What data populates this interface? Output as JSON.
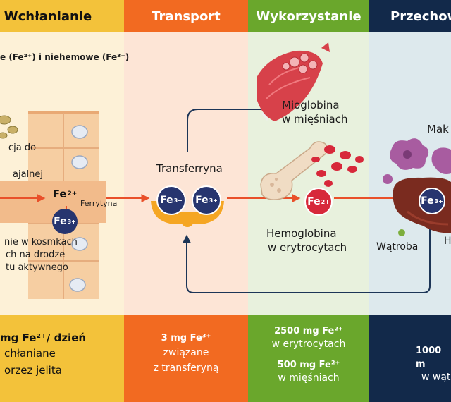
{
  "columns": [
    {
      "header": "Wchłanianie",
      "color": "#f3c23a"
    },
    {
      "header": "Transport",
      "color": "#f26a21"
    },
    {
      "header": "Wykorzystanie",
      "color": "#6aa72c"
    },
    {
      "header": "Przechow",
      "color": "#12294a"
    }
  ],
  "absorption": {
    "iron_types": "e (Fe²⁺) i niehemowe (Fe³⁺)",
    "reduction_1": "cja do",
    "reduction_2": "ajalnej",
    "fe2_label": "Fe",
    "fe2_charge": "2+",
    "fe3_label": "Fe",
    "fe3_charge": "3+",
    "ferritin": "Ferrytyna",
    "transport_1": "nie w kosmkach",
    "transport_2": "ch na drodze",
    "transport_3": "tu aktywnego",
    "footer_1": "mg Fe²⁺/ dzień",
    "footer_2": "chłaniane",
    "footer_3": "orzez jelita"
  },
  "transport": {
    "label": "Transferryna",
    "fe_a": "Fe",
    "fe_a_charge": "3+",
    "fe_b": "Fe",
    "fe_b_charge": "3+",
    "footer_1": "3 mg Fe³⁺",
    "footer_2": "związane",
    "footer_3": "z transferyną"
  },
  "usage": {
    "myoglobin_1": "Mioglobina",
    "myoglobin_2": "w mięśniach",
    "fe": "Fe",
    "fe_charge": "2+",
    "hemoglobin_1": "Hemoglobina",
    "hemoglobin_2": "w erytrocytach",
    "footer_1": "2500 mg Fe²⁺",
    "footer_2": "w erytrocytach",
    "footer_3": "500 mg Fe²⁺",
    "footer_4": "w mięśniach"
  },
  "storage": {
    "macrophage": "Mak",
    "fe": "Fe",
    "fe_charge": "3+",
    "liver": "Wątroba",
    "cut_letter": "H",
    "footer_1": "1000 m",
    "footer_2": "w wąt"
  }
}
